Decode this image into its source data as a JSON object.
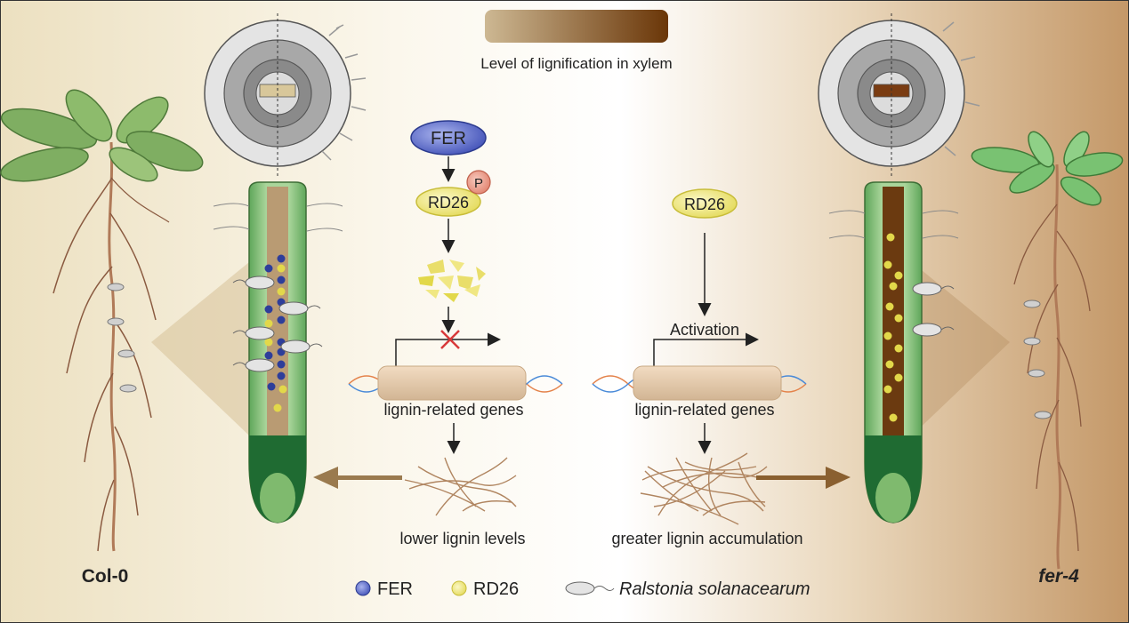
{
  "legend_bar": {
    "label": "Level of lignification in xylem"
  },
  "left_path": {
    "fer_label": "FER",
    "phospho_label": "P",
    "rd26_label": "RD26",
    "genes_label": "lignin-related genes",
    "outcome_label": "lower lignin levels"
  },
  "right_path": {
    "rd26_label": "RD26",
    "activation_label": "Activation",
    "genes_label": "lignin-related genes",
    "outcome_label": "greater lignin accumulation"
  },
  "plants": {
    "left_label": "Col-0",
    "right_label": "fer-4"
  },
  "legend": {
    "fer": "FER",
    "rd26": "RD26",
    "bacterium": "Ralstonia solanacearum"
  },
  "colors": {
    "fer_dot": "#2e3e9a",
    "rd26_dot": "#e2d84a",
    "xylem_low": "#c8b28a",
    "xylem_high": "#6b3a10",
    "fer_oval": "#4a5dbf",
    "rd26_oval": "#efe77a"
  }
}
